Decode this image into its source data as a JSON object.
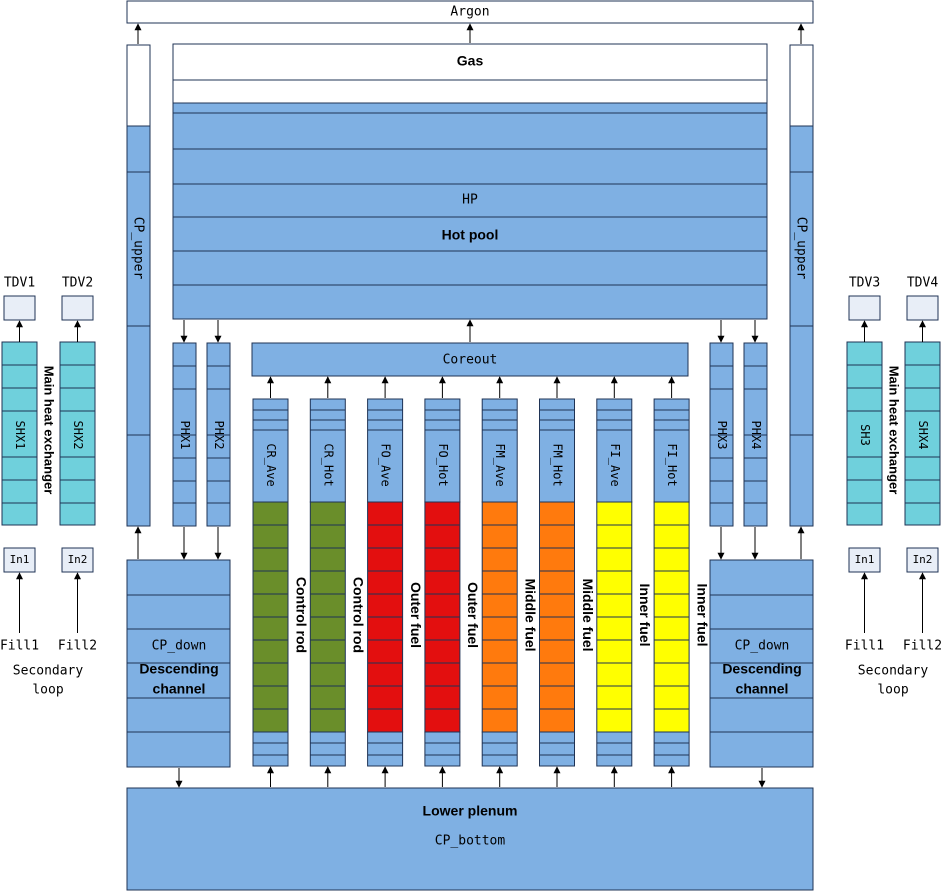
{
  "labels": {
    "argon": "Argon",
    "gas": "Gas",
    "hp": "HP",
    "hot_pool": "Hot pool",
    "coreout": "Coreout",
    "cp_upper": "CP_upper",
    "cp_down": "CP_down",
    "descending_1": "Descending",
    "descending_2": "channel",
    "lower_plenum": "Lower plenum",
    "cp_bottom": "CP_bottom",
    "phx": [
      "PHX1",
      "PHX2",
      "PHX3",
      "PHX4"
    ],
    "tdv": [
      "TDV1",
      "TDV2",
      "TDV3",
      "TDV4"
    ],
    "shx": [
      "SHX1",
      "SHX2",
      "SH3",
      "SHX4"
    ],
    "inlet": [
      "In1",
      "In2",
      "In1",
      "In2"
    ],
    "fill": [
      "Fill1",
      "Fill2",
      "Fill1",
      "Fill2"
    ],
    "secondary_1": "Secondary",
    "secondary_2": "loop",
    "main_hx": "Main heat exchanger"
  },
  "channels": [
    {
      "top": "CR_Ave",
      "label": "Control rod",
      "color": "#6a8e2a"
    },
    {
      "top": "CR_Hot",
      "label": "Control rod",
      "color": "#6a8e2a"
    },
    {
      "top": "FO_Ave",
      "label": "Outer fuel",
      "color": "#e30f0f"
    },
    {
      "top": "FO_Hot",
      "label": "Outer fuel",
      "color": "#e30f0f"
    },
    {
      "top": "FM_Ave",
      "label": "Middle fuel",
      "color": "#ff7a0d"
    },
    {
      "top": "FM_Hot",
      "label": "Middle fuel",
      "color": "#ff7a0d"
    },
    {
      "top": "FI_Ave",
      "label": "Inner fuel",
      "color": "#ffff00"
    },
    {
      "top": "FI_Hot",
      "label": "Inner fuel",
      "color": "#ffff00"
    }
  ],
  "colors": {
    "sodium": "#7fb0e3",
    "hx": "#6fd0dc",
    "line": "#1f3355"
  }
}
